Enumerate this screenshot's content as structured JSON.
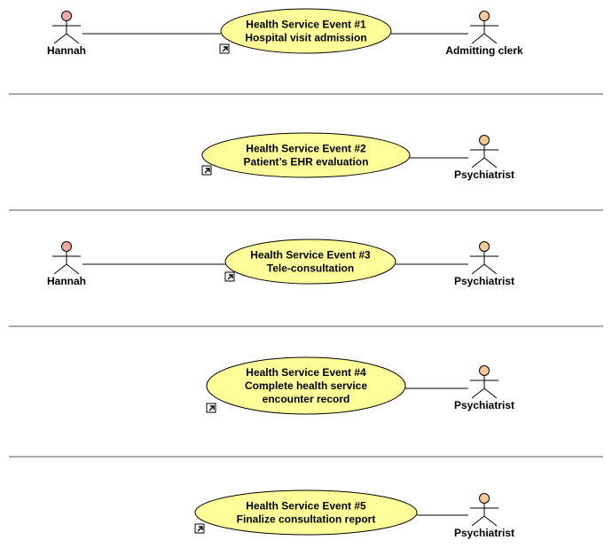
{
  "colors": {
    "usecase_fill": "#ffff99",
    "usecase_stroke": "#000000",
    "patient_head": "#f4a8a8",
    "staff_head": "#f7c898",
    "line": "#000000",
    "separator": "#555555"
  },
  "events": [
    {
      "lines": [
        "Health Service Event #1",
        "Hospital visit admission"
      ],
      "left_actor": {
        "name": "Hannah",
        "role": "patient"
      },
      "right_actor": {
        "name": "Admitting clerk",
        "role": "staff"
      }
    },
    {
      "lines": [
        "Health Service Event #2",
        "Patient’s EHR evaluation"
      ],
      "left_actor": null,
      "right_actor": {
        "name": "Psychiatrist",
        "role": "staff"
      }
    },
    {
      "lines": [
        "Health Service Event #3",
        "Tele-consultation"
      ],
      "left_actor": {
        "name": "Hannah",
        "role": "patient"
      },
      "right_actor": {
        "name": "Psychiatrist",
        "role": "staff"
      }
    },
    {
      "lines": [
        "Health Service Event #4",
        "Complete health service",
        "encounter record"
      ],
      "left_actor": null,
      "right_actor": {
        "name": "Psychiatrist",
        "role": "staff"
      }
    },
    {
      "lines": [
        "Health Service Event #5",
        "Finalize consultation report"
      ],
      "left_actor": null,
      "right_actor": {
        "name": "Psychiatrist",
        "role": "staff"
      }
    }
  ]
}
